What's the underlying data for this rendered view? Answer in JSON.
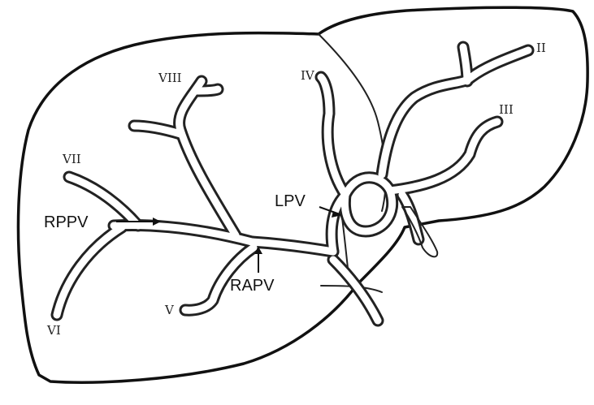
{
  "labels": {
    "seg_II": "II",
    "seg_III": "III",
    "seg_IV": "IV",
    "seg_V": "V",
    "seg_VI": "VI",
    "seg_VII": "VII",
    "seg_VIII": "VIII",
    "rppv": "RPPV",
    "lpv": "LPV",
    "rapv": "RAPV"
  }
}
